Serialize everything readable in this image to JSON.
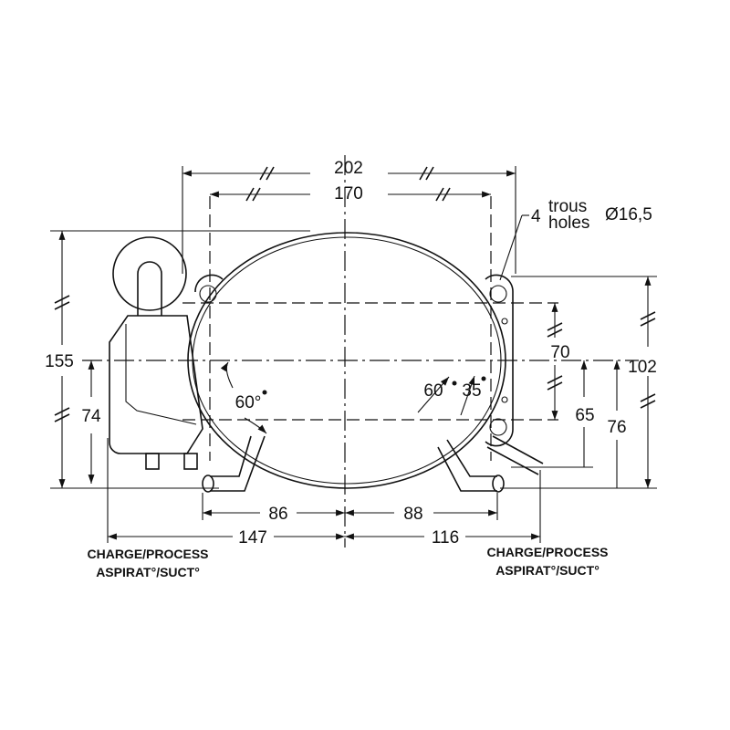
{
  "dimensions": {
    "overall_width": "202",
    "hole_spacing_width": "170",
    "overall_height": "155",
    "left_height": "74",
    "angle_left": "60°",
    "angle_right": "60",
    "angle_right_small": "35",
    "hole_spacing_depth": "70",
    "depth_overall": "102",
    "pipe_height_1": "65",
    "pipe_height_2": "76",
    "left_pipe_offset": "86",
    "right_pipe_offset": "88",
    "left_connector_offset": "147",
    "right_connector_offset": "116"
  },
  "holes": {
    "count": "4",
    "label_fr": "trous",
    "label_en": "holes",
    "diameter": "Ø16,5"
  },
  "left_label": {
    "line1": "CHARGE/PROCESS",
    "line2": "ASPIRAT°/SUCT°"
  },
  "right_label": {
    "line1": "CHARGE/PROCESS",
    "line2": "ASPIRAT°/SUCT°"
  }
}
